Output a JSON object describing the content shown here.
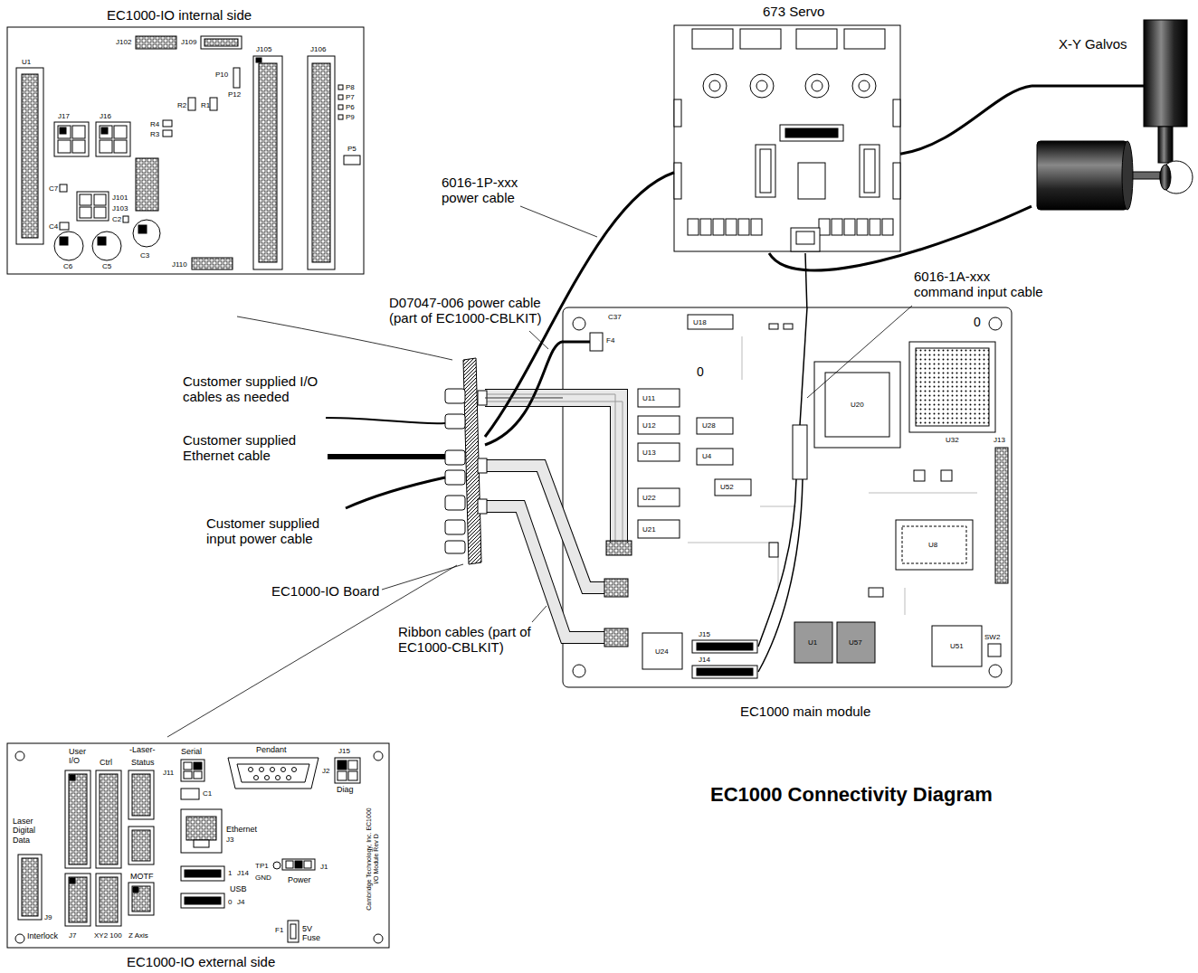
{
  "diagram": {
    "title": "EC1000 Connectivity Diagram",
    "nodes": [
      {
        "text": [
          "EC1000-IO internal side"
        ]
      },
      {
        "text": [
          "673 Servo"
        ]
      },
      {
        "text": [
          "X-Y Galvos"
        ]
      },
      {
        "text": [
          "EC1000-IO Board"
        ]
      },
      {
        "text": [
          "EC1000 main module"
        ]
      },
      {
        "text": [
          "EC1000-IO external side"
        ]
      }
    ],
    "edges": [
      {
        "from": 1,
        "to": 3,
        "label": "6016-1P-xxx power cable",
        "arrow": "none"
      },
      {
        "from": 1,
        "to": 4,
        "label": "6016-1A-xxx command input cable",
        "arrow": "none"
      },
      {
        "from": 1,
        "to": 2,
        "arrow": "none"
      },
      {
        "from": 1,
        "to": 2,
        "arrow": "none"
      },
      {
        "from": 3,
        "to": 4,
        "label": "D07047-006 power cable (part of EC1000-CBLKIT)",
        "arrow": "none"
      },
      {
        "from": 3,
        "to": 4,
        "label": "Ribbon cables (part of EC1000-CBLKIT)",
        "arrow": "none"
      }
    ],
    "labels": [
      "Customer supplied I/O cables as needed",
      "Customer supplied Ethernet cable",
      "Customer supplied input power cable",
      "U1",
      "J17",
      "J16",
      "J102",
      "J109",
      "J105",
      "J106",
      "J110",
      "J101",
      "J103",
      "P10",
      "P12",
      "R2",
      "R1",
      "R4",
      "R3",
      "C7",
      "C4",
      "C2",
      "C6",
      "C5",
      "C3",
      "P8",
      "P7",
      "P6",
      "P9",
      "P5",
      "U18",
      "U11",
      "U12",
      "U13",
      "U28",
      "U4",
      "U52",
      "U22",
      "U21",
      "U20",
      "U32",
      "U8",
      "U1",
      "U57",
      "U51",
      "U24",
      "J13",
      "J15",
      "J14",
      "SW2",
      "F4",
      "C37",
      "0",
      "0",
      "User I/O",
      "Ctrl",
      "-Laser-",
      "Status",
      "Serial",
      "Pendant",
      "J2",
      "J15",
      "Diag",
      "Laser Digital Data",
      "J9",
      "Interlock",
      "J7",
      "XY2 100",
      "Z Axis",
      "MOTF",
      "J11",
      "C1",
      "Ethernet",
      "J3",
      "USB",
      "1",
      "0",
      "J14",
      "J4",
      "TP1",
      "GND",
      "Power",
      "J1",
      "F1",
      "5V Fuse",
      "Cambridge Technology, Inc. EC1000 I/O Module Rev D"
    ]
  }
}
